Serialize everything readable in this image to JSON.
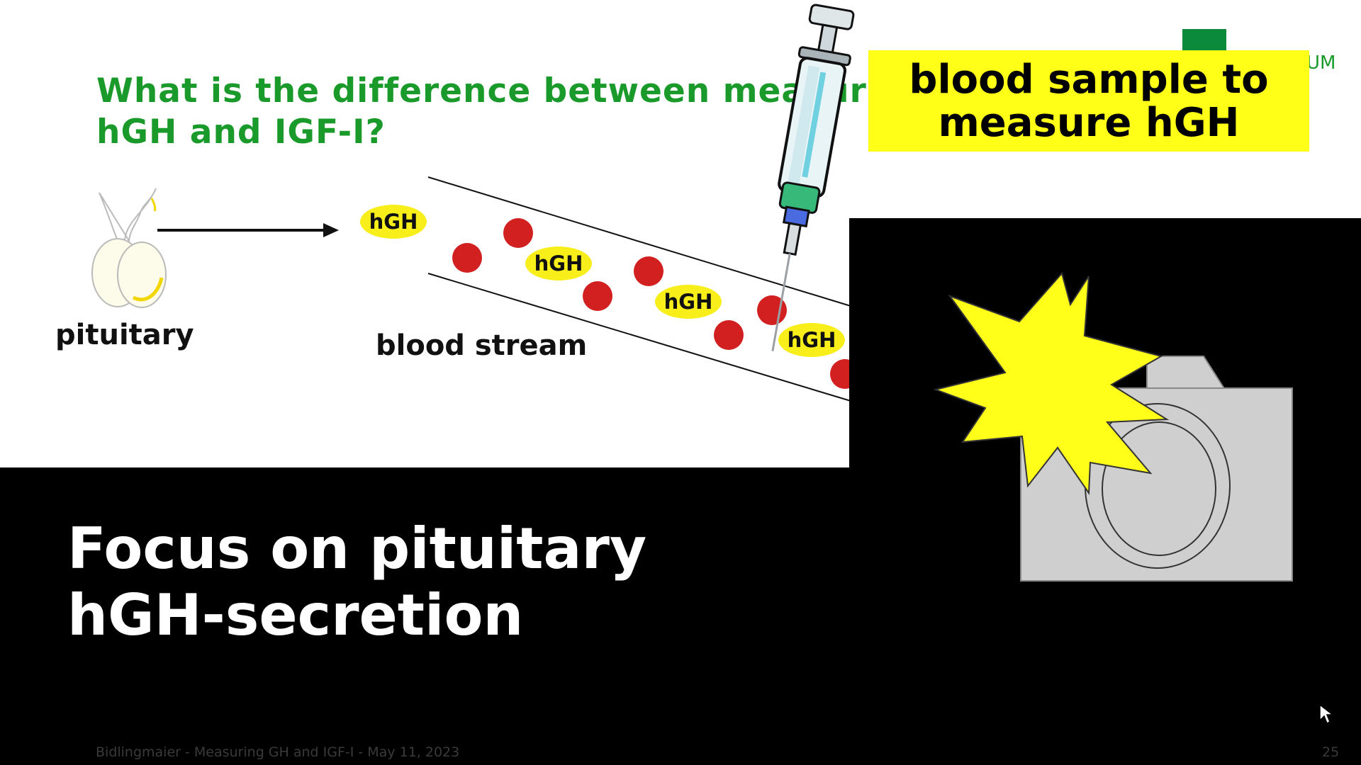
{
  "slide": {
    "question": "What is the difference between measuring hGH and IGF-I?",
    "logo_text": "UM",
    "pituitary_label": "pituitary",
    "blood_stream_label": "blood stream",
    "hgh_labels": [
      "hGH",
      "hGH",
      "hGH",
      "hGH"
    ],
    "callout": [
      "blood sample to",
      "measure hGH"
    ],
    "footer_left": "Bidlingmaier - Measuring GH and IGF-I - May 11, 2023",
    "footer_right": "25"
  },
  "overlay": {
    "title_lines": [
      "Focus on pituitary",
      "hGH-secretion"
    ],
    "icons": [
      "camera-icon",
      "flash-burst-icon"
    ]
  },
  "colors": {
    "heading_green": "#1a9a2a",
    "callout_yellow": "#ffff18",
    "hgh_yellow": "#f7ee1a",
    "blood_cell_red": "#d21f1f",
    "camera_grey": "#cfcfcf"
  },
  "icons": [
    "pituitary-icon",
    "arrow-right-icon",
    "syringe-icon",
    "mouse-cursor-icon"
  ]
}
